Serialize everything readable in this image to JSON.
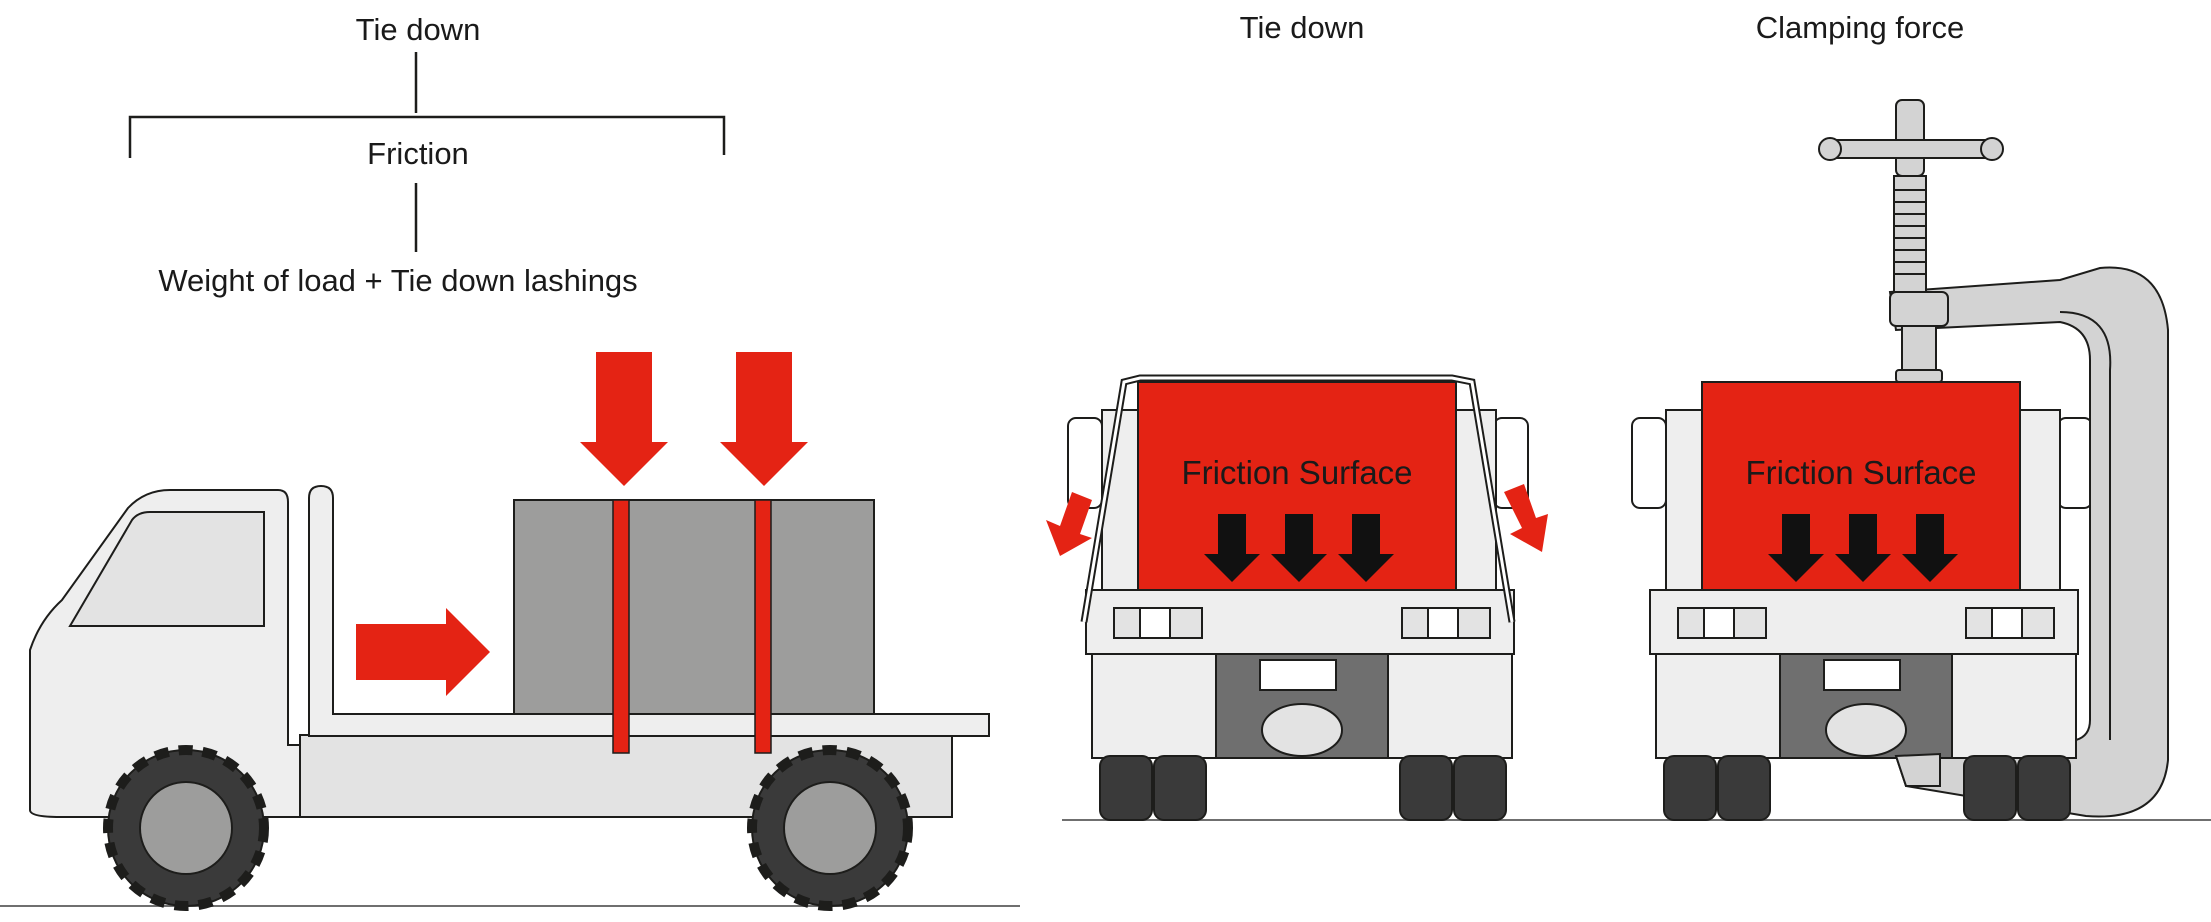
{
  "colors": {
    "red": "#e42314",
    "load_gray": "#9d9d9c",
    "truck_body": "#eeeeee",
    "truck_light": "#e3e3e3",
    "dark_gray": "#6f6f6f",
    "tire": "#3a3a3a",
    "wheel_hub": "#9d9d9c",
    "outline": "#1d1d1b"
  },
  "diagrams": {
    "side_view": {
      "title": "Tie down",
      "middle_label": "Friction",
      "bottom_label": "Weight of load + Tie down lashings"
    },
    "rear_tie_down": {
      "title": "Tie down",
      "surface_label": "Friction Surface"
    },
    "rear_clamping": {
      "title": "Clamping force",
      "surface_label": "Friction Surface"
    }
  }
}
